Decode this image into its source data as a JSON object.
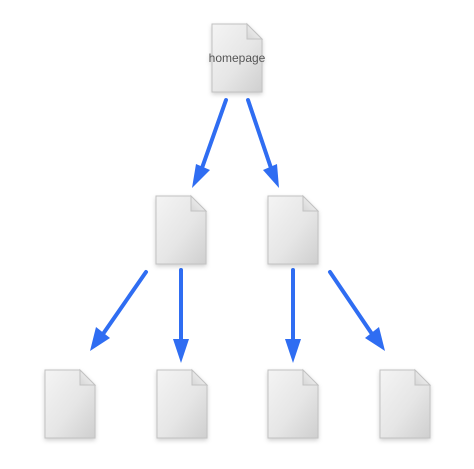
{
  "diagram": {
    "type": "hierarchy",
    "edge_color": "#2f6df2",
    "nodes": [
      {
        "id": "root",
        "label": "homepage",
        "icon": "document-icon"
      },
      {
        "id": "child-1",
        "label": "",
        "icon": "document-icon"
      },
      {
        "id": "child-2",
        "label": "",
        "icon": "document-icon"
      },
      {
        "id": "grandchild-1",
        "label": "",
        "icon": "document-icon"
      },
      {
        "id": "grandchild-2",
        "label": "",
        "icon": "document-icon"
      },
      {
        "id": "grandchild-3",
        "label": "",
        "icon": "document-icon"
      },
      {
        "id": "grandchild-4",
        "label": "",
        "icon": "document-icon"
      }
    ],
    "edges": [
      {
        "from": "root",
        "to": "child-1"
      },
      {
        "from": "root",
        "to": "child-2"
      },
      {
        "from": "child-1",
        "to": "grandchild-1"
      },
      {
        "from": "child-1",
        "to": "grandchild-2"
      },
      {
        "from": "child-2",
        "to": "grandchild-3"
      },
      {
        "from": "child-2",
        "to": "grandchild-4"
      }
    ]
  }
}
